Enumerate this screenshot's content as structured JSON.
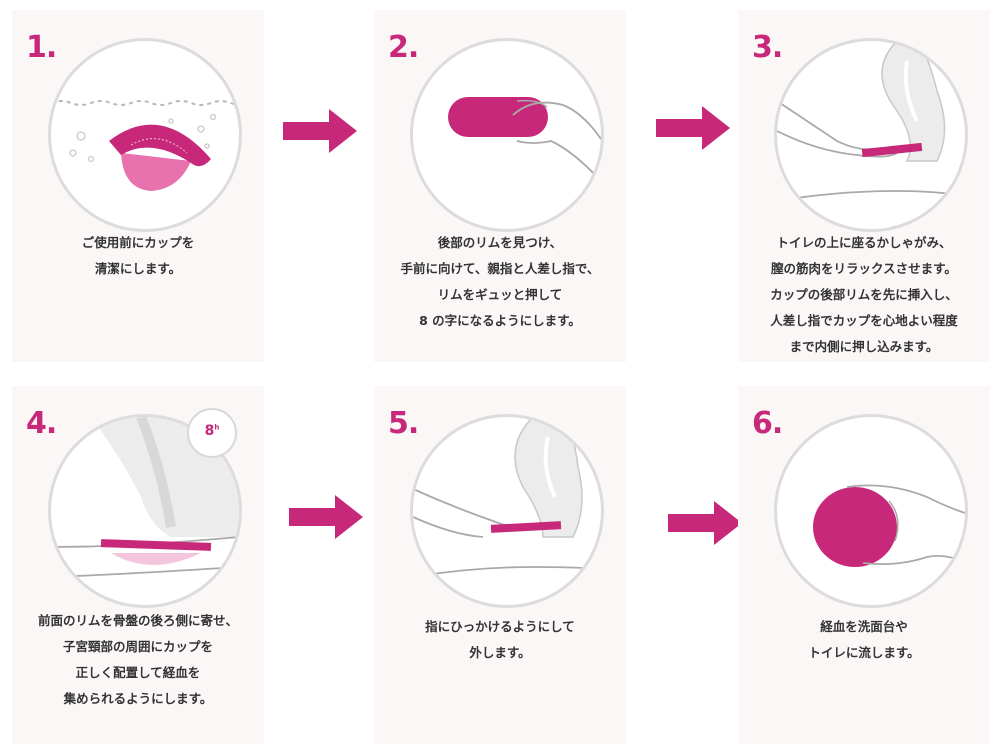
{
  "colors": {
    "accent": "#c8287a",
    "card_bg": "#fbf7f7",
    "circle_border": "#dcdcdc",
    "text": "#333333"
  },
  "steps": [
    {
      "number": "1.",
      "lines": [
        "ご使用前にカップを",
        "清潔にします。"
      ],
      "icon": "cup-washing-icon"
    },
    {
      "number": "2.",
      "lines": [
        "後部のリムを見つけ、",
        "手前に向けて、親指と人差し指で、",
        "リムをギュッと押して",
        "8 の字になるようにします。"
      ],
      "icon": "fold-cup-icon"
    },
    {
      "number": "3.",
      "lines": [
        "トイレの上に座るかしゃがみ、",
        "膣の筋肉をリラックスさせます。",
        "カップの後部リムを先に挿入し、",
        "人差し指でカップを心地よい程度",
        "まで内側に押し込みます。"
      ],
      "icon": "insert-cup-icon"
    },
    {
      "number": "4.",
      "lines": [
        "前面のリムを骨盤の後ろ側に寄せ、",
        "子宮頸部の周囲にカップを",
        "正しく配置して経血を",
        "集められるようにします。"
      ],
      "icon": "placement-icon"
    },
    {
      "number": "5.",
      "lines": [
        "指にひっかけるようにして",
        "外します。"
      ],
      "icon": "remove-cup-icon"
    },
    {
      "number": "6.",
      "lines": [
        "経血を洗面台や",
        "トイレに流します。"
      ],
      "icon": "empty-cup-icon"
    }
  ],
  "badge": {
    "value": "8",
    "unit": "h",
    "icon": "timer-cycle-icon"
  }
}
